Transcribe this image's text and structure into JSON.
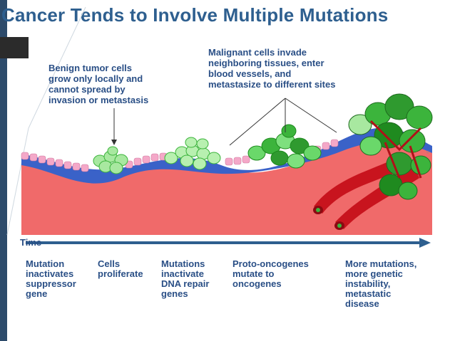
{
  "slide": {
    "title": "Cancer Tends to Involve Multiple Mutations"
  },
  "annotations": {
    "benign": [
      "Benign tumor cells",
      "grow only locally and",
      "cannot spread by",
      "invasion or metastasis"
    ],
    "malignant": [
      "Malignant cells invade",
      "neighboring tissues, enter",
      "blood vessels, and",
      "metastasize to different sites"
    ]
  },
  "timeline": {
    "label": "Time",
    "stages": [
      [
        "Mutation",
        "inactivates",
        "suppressor",
        "gene"
      ],
      [
        "Cells",
        "proliferate"
      ],
      [
        "Mutations",
        "inactivate",
        "DNA repair",
        "genes"
      ],
      [
        "Proto-oncogenes",
        "mutate to",
        "oncogenes"
      ],
      [
        "More mutations,",
        "more genetic",
        "instability,",
        "metastatic",
        "disease"
      ]
    ]
  },
  "colors": {
    "title": "#2e5f8f",
    "text": "#2a4f86",
    "tissue_red": "#f06a6a",
    "membrane_blue": "#3a62c8",
    "vessel": "#c8141e",
    "tumor_green": "#3cb43c",
    "arrow": "#2e5f8f"
  }
}
